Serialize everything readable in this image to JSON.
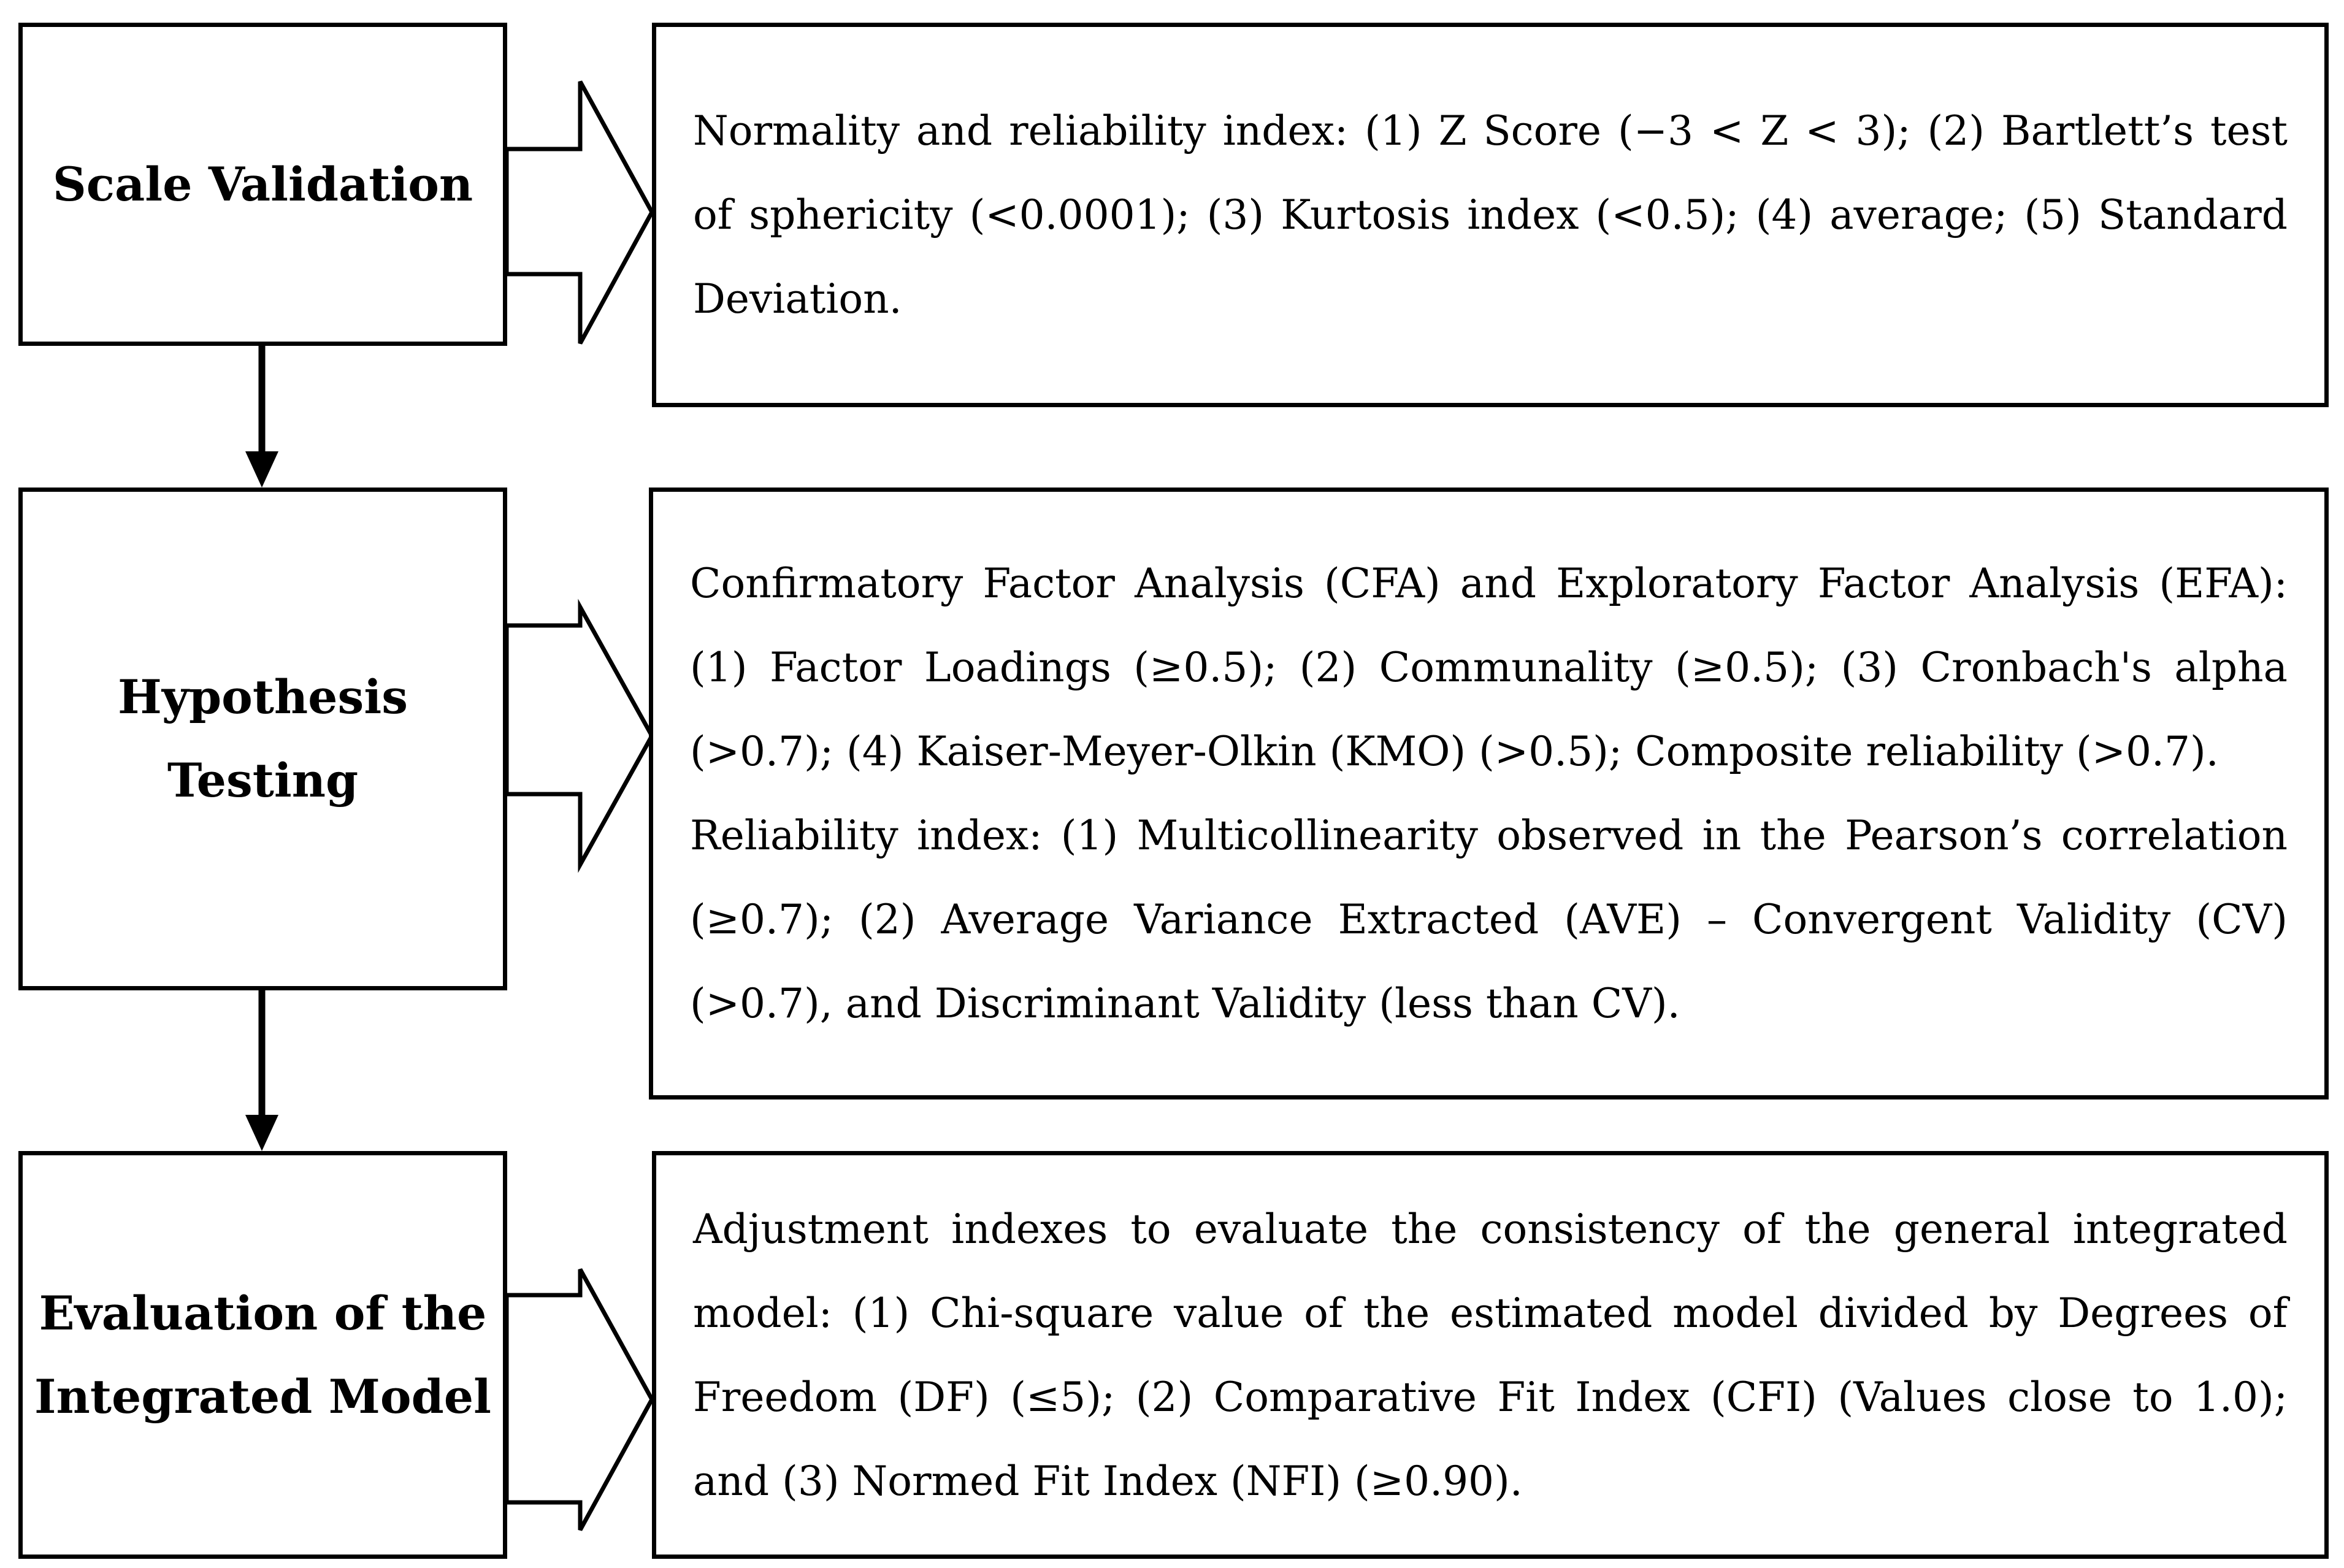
{
  "steps": [
    {
      "name": "Scale Validation",
      "description": [
        "Normality and reliability index: (1) Z Score (−3 < Z < 3); (2) Bartlett’s test of sphericity (<0.0001); (3) Kurtosis index (<0.5); (4) average; (5) Standard Deviation."
      ]
    },
    {
      "name": "Hypothesis\nTesting",
      "description": [
        "Confirmatory Factor Analysis (CFA) and Exploratory Factor Analysis (EFA): (1) Factor Loadings (≥0.5); (2) Communality (≥0.5); (3) Cronbach's alpha (>0.7); (4) Kaiser-Meyer-Olkin (KMO) (>0.5); Composite reliability (>0.7).",
        "Reliability index: (1) Multicollinearity observed in the Pearson’s correlation (≥0.7); (2) Average Variance Extracted (AVE) – Convergent Validity (CV) (>0.7), and Discriminant Validity (less than CV)."
      ]
    },
    {
      "name": "Evaluation of the\nIntegrated Model",
      "description": [
        "Adjustment indexes to evaluate the consistency of the general integrated model: (1) Chi-square value of the estimated model divided by Degrees of Freedom (DF) (≤5); (2) Comparative Fit Index (CFI) (Values close to 1.0); and (3) Normed Fit Index (NFI) (≥0.90)."
      ]
    }
  ]
}
